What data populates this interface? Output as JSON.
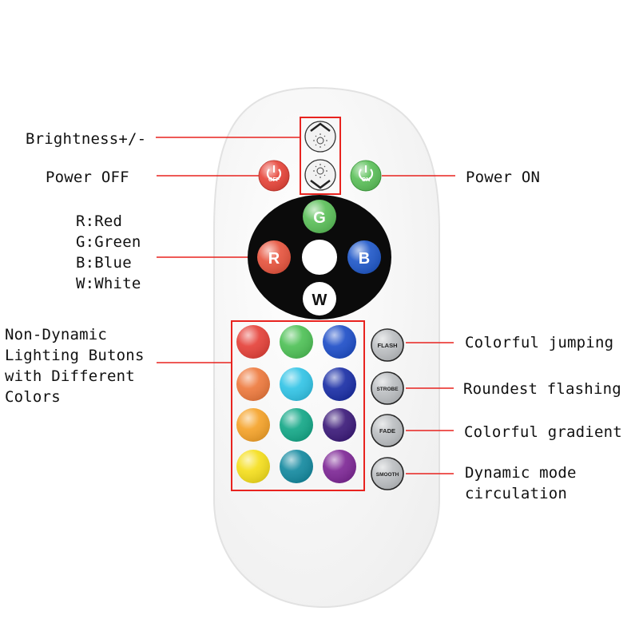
{
  "colors": {
    "callout_line": "#e8231f",
    "remote_body": "#f7f7f7",
    "remote_edge": "#e2e2e2",
    "rgb_pad": "#0b0b0b",
    "power_off": "#e7453a",
    "power_on": "#5cc05a",
    "mode_button": "#bcbfc2"
  },
  "labels": {
    "brightness": "Brightness+/-",
    "power_off": "Power OFF",
    "power_on": "Power ON",
    "legend": [
      "R:Red",
      "G:Green",
      "B:Blue",
      "W:White"
    ],
    "non_dynamic": [
      "Non-Dynamic",
      "Lighting Butons",
      "with Different",
      "Colors"
    ],
    "flash_desc": "Colorful jumping",
    "strobe_desc": "Roundest flashing",
    "fade_desc": "Colorful gradient",
    "smooth_desc": [
      "Dynamic mode",
      "circulation"
    ]
  },
  "remote": {
    "power_off_text": "OFF",
    "power_on_text": "ON",
    "rgb_buttons": {
      "red": "R",
      "green": "G",
      "blue": "B",
      "white": "W"
    },
    "mode_buttons": [
      "FLASH",
      "STROBE",
      "FADE",
      "SMOOTH"
    ],
    "color_grid": [
      [
        "#e5423a",
        "#4fc157",
        "#1f4fc8"
      ],
      [
        "#ee7a3e",
        "#33c4e6",
        "#1b2fa6"
      ],
      [
        "#f5a32a",
        "#15a888",
        "#3c1b7a"
      ],
      [
        "#f5df1e",
        "#158aa0",
        "#7e2896"
      ]
    ]
  }
}
